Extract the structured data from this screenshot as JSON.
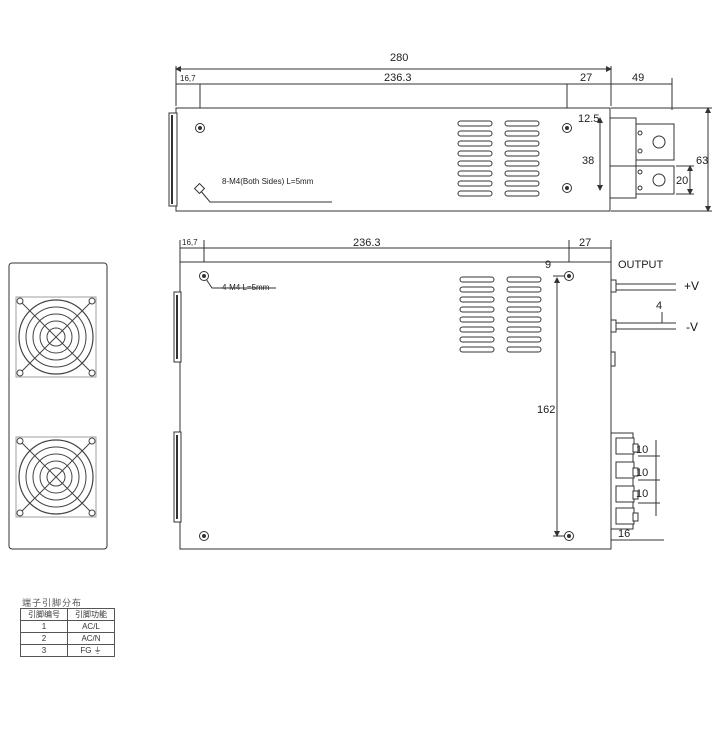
{
  "top_view": {
    "overall_length": "280",
    "left_offset": "16,7",
    "hole_spacing": "236.3",
    "right_offset": "27",
    "terminal_depth": "49",
    "terminal_gap": "12.5",
    "hole_height": "38",
    "height": "63",
    "terminal_width": "20",
    "screw_note": "8-M4(Both Sides) L=5mm"
  },
  "side_view": {
    "left_offset": "16,7",
    "hole_spacing": "236.3",
    "right_offset": "27",
    "top_offset": "9",
    "hole_vertical": "162",
    "screw_note": "4-M4 L=5mm",
    "output_label": "OUTPUT",
    "positive_label": "+V",
    "negative_label": "-V",
    "lead_gap": "4",
    "pitch_1": "10",
    "pitch_2": "10",
    "pitch_3": "10",
    "terminal_depth": "16"
  },
  "pin_table": {
    "title": "端子引脚分布",
    "headers": [
      "引脚编号",
      "引脚功能"
    ],
    "rows": [
      {
        "pin": "1",
        "func": "AC/L"
      },
      {
        "pin": "2",
        "func": "AC/N"
      },
      {
        "pin": "3",
        "func": "FG ⏚"
      }
    ]
  },
  "colors": {
    "line": "#333333",
    "fill": "#ffffff"
  }
}
